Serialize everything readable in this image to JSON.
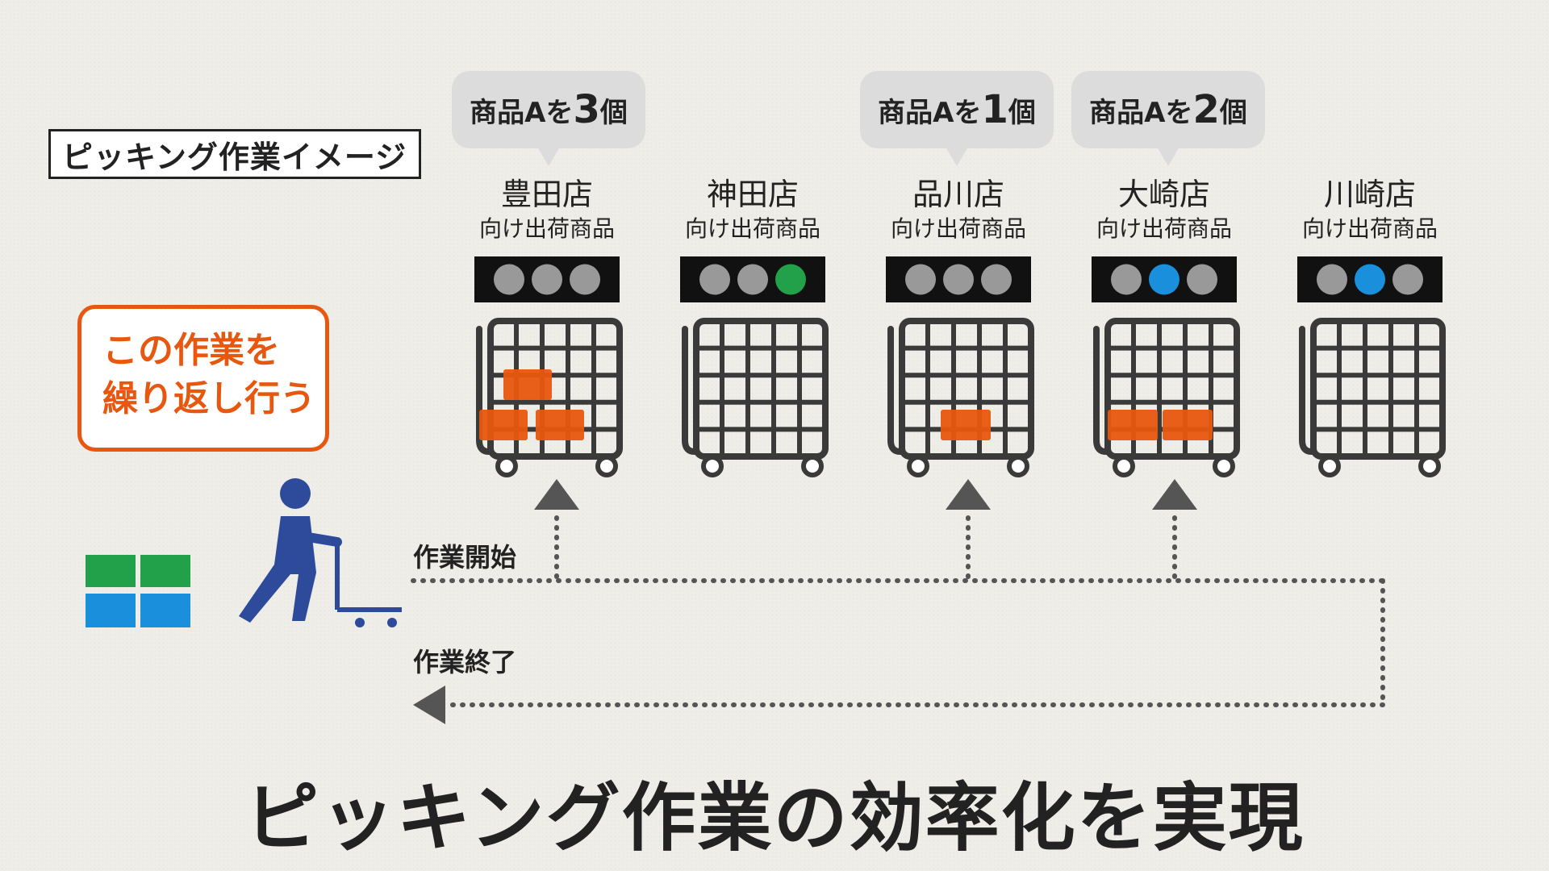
{
  "label_title": "ピッキング作業イメージ",
  "repeat_note": {
    "line1": "この作業を",
    "line2": "繰り返し行う"
  },
  "stores": [
    {
      "name": "豊田店",
      "sub": "向け出荷商品"
    },
    {
      "name": "神田店",
      "sub": "向け出荷商品"
    },
    {
      "name": "品川店",
      "sub": "向け出荷商品"
    },
    {
      "name": "大崎店",
      "sub": "向け出荷商品"
    },
    {
      "name": "川崎店",
      "sub": "向け出荷商品"
    }
  ],
  "bubbles": [
    {
      "prefix": "商品Aを",
      "num": "3",
      "suffix": "個"
    },
    {
      "prefix": "商品Aを",
      "num": "1",
      "suffix": "個"
    },
    {
      "prefix": "商品Aを",
      "num": "2",
      "suffix": "個"
    }
  ],
  "flow": {
    "start": "作業開始",
    "end": "作業終了"
  },
  "headline": "ピッキング作業の効率化を実現",
  "colors": {
    "orange": "#e8570f",
    "green": "#22a04a",
    "blue": "#1a8fdc",
    "gray": "#999999",
    "dark": "#3a3a3a"
  },
  "indicator_lights": [
    [
      "gray",
      "gray",
      "gray"
    ],
    [
      "gray",
      "gray",
      "green"
    ],
    [
      "gray",
      "gray",
      "gray"
    ],
    [
      "gray",
      "blue",
      "gray"
    ],
    [
      "gray",
      "blue",
      "gray"
    ]
  ],
  "cart_boxes": [
    3,
    0,
    1,
    2,
    0
  ]
}
